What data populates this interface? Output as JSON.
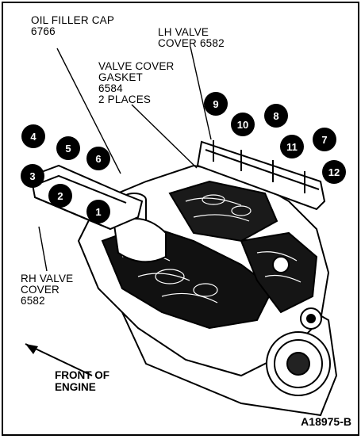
{
  "labels": {
    "oil_filler_cap": [
      "OIL FILLER CAP",
      "6766"
    ],
    "lh_valve_cover": [
      "LH VALVE",
      "COVER 6582"
    ],
    "valve_cover_gasket": [
      "VALVE COVER",
      "GASKET",
      "6584",
      "2 PLACES"
    ],
    "rh_valve_cover": [
      "RH VALVE",
      "COVER",
      "6582"
    ],
    "front_of_engine": [
      "FRONT OF",
      "ENGINE"
    ]
  },
  "callouts": [
    "1",
    "2",
    "3",
    "4",
    "5",
    "6",
    "7",
    "8",
    "9",
    "10",
    "11",
    "12"
  ],
  "reference": "A18975-B"
}
